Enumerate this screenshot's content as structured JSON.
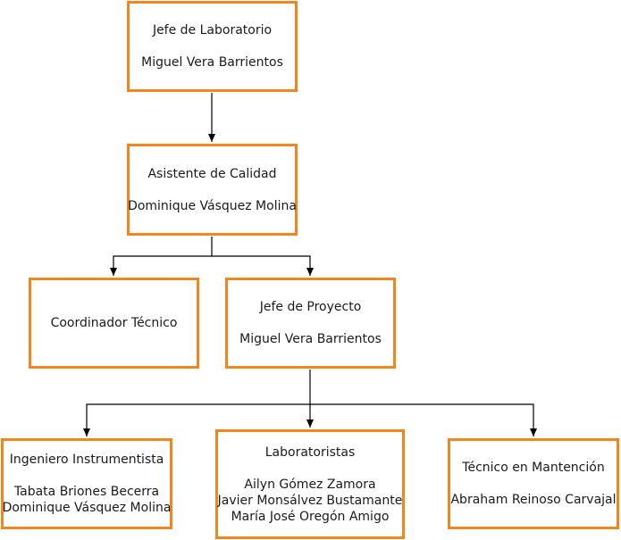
{
  "accent_color": "#F0861E",
  "org_chart": {
    "jefe_laboratorio": {
      "role": "Jefe de Laboratorio",
      "people": [
        "Miguel Vera Barrientos"
      ]
    },
    "asistente_calidad": {
      "role": "Asistente de Calidad",
      "people": [
        "Dominique Vásquez Molina"
      ]
    },
    "coordinador_tecnico": {
      "role": "Coordinador Técnico",
      "people": []
    },
    "jefe_proyecto": {
      "role": "Jefe de Proyecto",
      "people": [
        "Miguel Vera Barrientos"
      ]
    },
    "ingeniero_instrumentista": {
      "role": "Ingeniero Instrumentista",
      "people": [
        "Tabata Briones Becerra",
        "Dominique Vásquez Molina"
      ]
    },
    "laboratoristas": {
      "role": "Laboratoristas",
      "people": [
        "Ailyn Gómez Zamora",
        "Javier Monsálvez Bustamante",
        "María José Oregón Amigo"
      ]
    },
    "tecnico_mantencion": {
      "role": "Técnico en Mantención",
      "people": [
        "Abraham Reinoso Carvajal"
      ]
    }
  }
}
